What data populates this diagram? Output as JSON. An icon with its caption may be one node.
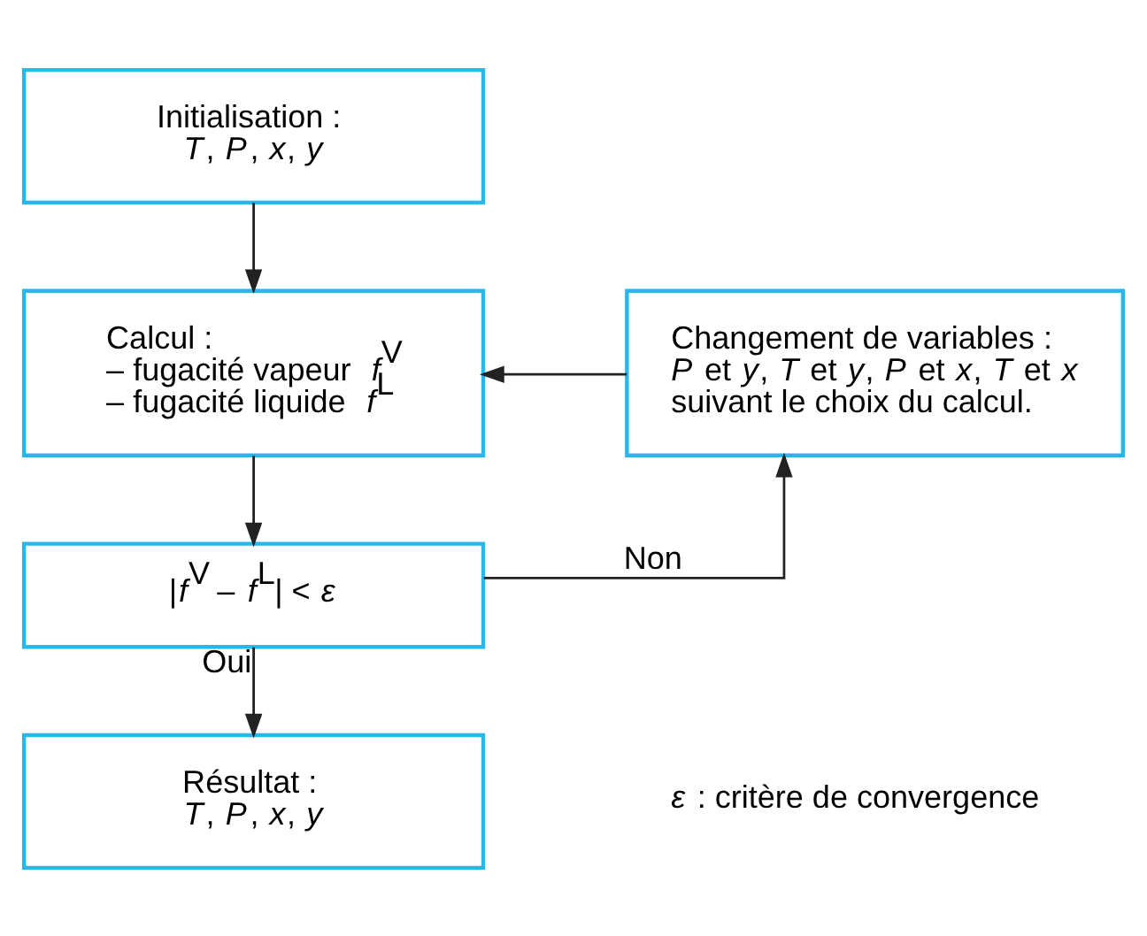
{
  "diagram": {
    "nodes": [
      {
        "text": [
          "Initialisation :",
          "*T*, *P*, *x*, *y*"
        ]
      },
      {
        "text": [
          "Calcul :",
          "– fugacité vapeur *f*$^{V}$",
          "– fugacité liquide *f*$^{L}$"
        ]
      },
      {
        "text": [
          "Changement de variables :",
          "*P* et *y*, *T* et *y*, *P* et *x*, *T* et *x* suivant le choix du calcul."
        ]
      },
      {
        "text": [
          "|*f*$^{V}$ – *f*$^{L}$| < *ε*"
        ]
      },
      {
        "text": [
          "Résultat :",
          "*T*, *P*, *x*, *y*"
        ]
      }
    ],
    "edges": [
      {
        "from": 0,
        "to": 1,
        "arrow": "to"
      },
      {
        "from": 2,
        "to": 1,
        "arrow": "to"
      },
      {
        "from": 1,
        "to": 3,
        "arrow": "to"
      },
      {
        "from": 3,
        "to": 2,
        "label": "Non",
        "arrow": "to"
      },
      {
        "from": 3,
        "to": 4,
        "label": "Oui",
        "arrow": "to"
      }
    ],
    "labels": [
      "*ε* : critère de convergence"
    ]
  }
}
